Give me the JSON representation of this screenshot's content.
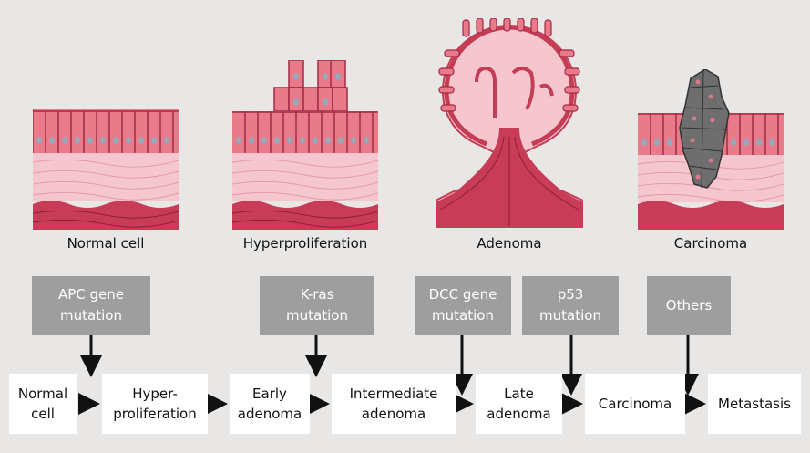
{
  "stages": [
    {
      "label": "Normal cell"
    },
    {
      "label": "Hyperproliferation"
    },
    {
      "label": "Adenoma"
    },
    {
      "label": "Carcinoma"
    }
  ],
  "mutations": [
    {
      "lines": [
        "APC gene",
        "mutation"
      ]
    },
    {
      "lines": [
        "K-ras",
        "mutation"
      ]
    },
    {
      "lines": [
        "DCC gene",
        "mutation"
      ]
    },
    {
      "lines": [
        "p53",
        "mutation"
      ]
    },
    {
      "lines": [
        "Others"
      ]
    }
  ],
  "steps": [
    {
      "lines": [
        "Normal",
        "cell"
      ]
    },
    {
      "lines": [
        "Hyper-",
        "proliferation"
      ]
    },
    {
      "lines": [
        "Early",
        "adenoma"
      ]
    },
    {
      "lines": [
        "Intermediate",
        "adenoma"
      ]
    },
    {
      "lines": [
        "Late",
        "adenoma"
      ]
    },
    {
      "lines": [
        "Carcinoma"
      ]
    },
    {
      "lines": [
        "Metastasis"
      ]
    }
  ],
  "colors": {
    "background": "#e8e7e6",
    "epithelium": "#e87a8a",
    "epithelium_dark": "#c43d55",
    "stroma": "#f6c6ce",
    "muscle": "#c83c58",
    "mutation_box": "#9e9e9e",
    "carcinoma_cells": "#6e6e6e",
    "arrow": "#111111"
  }
}
